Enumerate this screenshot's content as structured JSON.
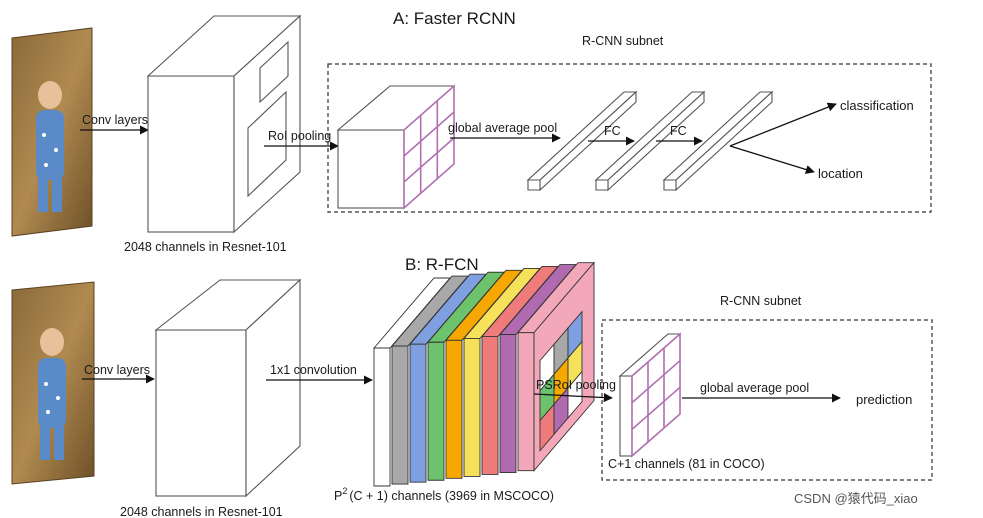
{
  "panel_a": {
    "title": "A: Faster RCNN",
    "subnet_label": "R-CNN subnet",
    "conv_label": "Conv layers",
    "roi_label": "RoI pooling",
    "gap_label": "global average pool",
    "fc1_label": "FC",
    "fc2_label": "FC",
    "out1_label": "classification",
    "out2_label": "location",
    "backbone_caption": "2048 channels in Resnet-101"
  },
  "panel_b": {
    "title": "B: R-FCN",
    "subnet_label": "R-CNN subnet",
    "conv_label": "Conv layers",
    "conv1x1_label": "1x1 convolution",
    "psroi_label": "PSRoI pooling",
    "gap_label": "global average pool",
    "out_label": "prediction",
    "backbone_caption": "2048 channels in Resnet-101",
    "score_caption_p": "P",
    "score_caption_sup": "2",
    "score_caption_rest": "(C + 1)  channels (3969 in MSCOCO)",
    "pooled_caption": "C+1 channels (81 in COCO)",
    "slice_colors": [
      "#ffffff",
      "#a8a8a8",
      "#7fa0e0",
      "#6cc36c",
      "#f7a800",
      "#f5e15a",
      "#f07b7b",
      "#b06ab0",
      "#f2a8b8"
    ]
  },
  "watermark": "CSDN @猿代码_xiao",
  "colors": {
    "grid": "#b070b0",
    "line": "#333333"
  }
}
